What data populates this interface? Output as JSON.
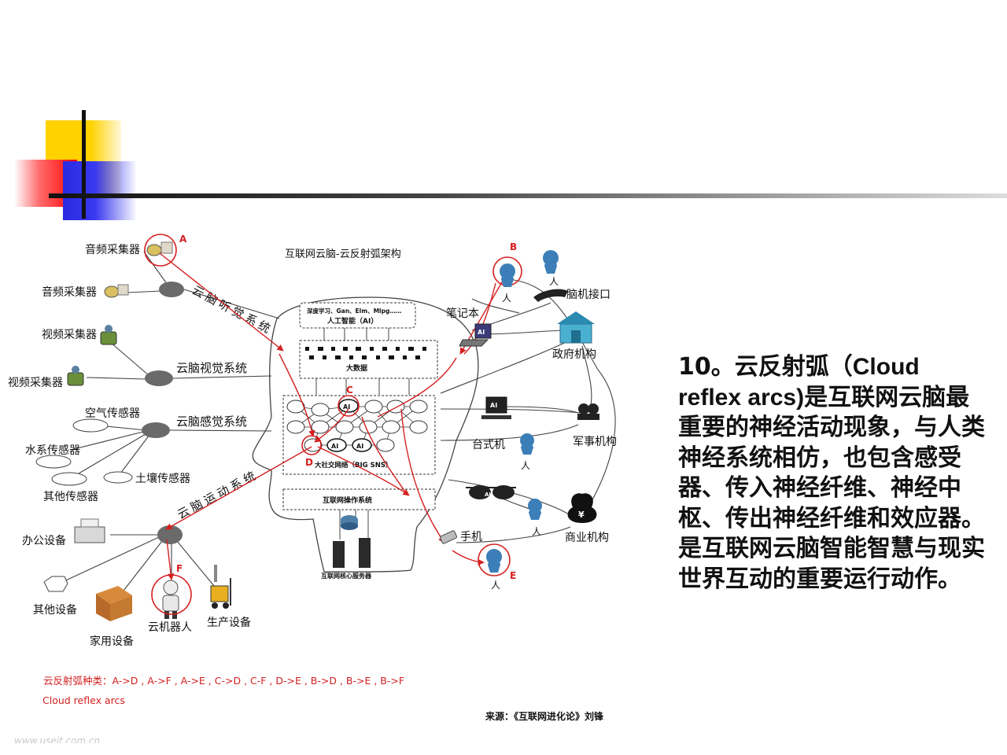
{
  "diagram": {
    "title": "互联网云脑-云反射弧架构",
    "brain": {
      "ai_caption": "深度学习、Gan、Elm、Mlpg……",
      "ai_label": "人工智能（AI）",
      "bigdata_label": "大数据",
      "sns_label": "大社交网络（BIG SNS）",
      "os_label": "互联网操作系统",
      "server_label": "互联网核心服务器",
      "ai_badge": "AI"
    },
    "points": {
      "a": "A",
      "b": "B",
      "c": "C",
      "d": "D",
      "e": "E",
      "f": "F"
    },
    "left_devices": {
      "audio1": "音频采集器",
      "audio2": "音频采集器",
      "video1": "视频采集器",
      "video2": "视频采集器",
      "air": "空气传感器",
      "water": "水系传感器",
      "soil": "土壤传感器",
      "other_sensor": "其他传感器",
      "office": "办公设备",
      "other_device": "其他设备",
      "home": "家用设备",
      "robot": "云机器人",
      "production": "生产设备"
    },
    "systems": {
      "hearing": "云脑听觉系统",
      "vision": "云脑视觉系统",
      "sense": "云脑感觉系统",
      "motion": "云脑运动系统"
    },
    "right_devices": {
      "laptop": "笔记本",
      "bci": "脑机接口",
      "gov": "政府机构",
      "desktop": "台式机",
      "military": "军事机构",
      "phone": "手机",
      "business": "商业机构",
      "person": "人"
    },
    "footer": {
      "types": "云反射弧种类：A->D , A->F , A->E , C->D , C-F , D->E , B->D , B->E , B->F",
      "english": "Cloud reflex arcs",
      "source": "来源：《互联网进化论》刘锋",
      "watermark": "www.useit.com.cn"
    }
  },
  "description": {
    "prefix": "10。云反射弧（",
    "term": "Cloud reflex arcs)",
    "body": "是互联网云脑最重要的神经活动现象，与人类神经系统相仿，也包含感受器、传入神经纤维、神经中枢、传出神经纤维和效应器。是互联网云脑智能智慧与现实世界互动的重要运行动作。"
  },
  "colors": {
    "arc_red": "#d42020",
    "line_gray": "#444444",
    "person_blue": "#3c7fb8",
    "deco_yellow": "#ffd200",
    "deco_red": "#ff0000",
    "deco_blue": "#2a2ae0"
  }
}
